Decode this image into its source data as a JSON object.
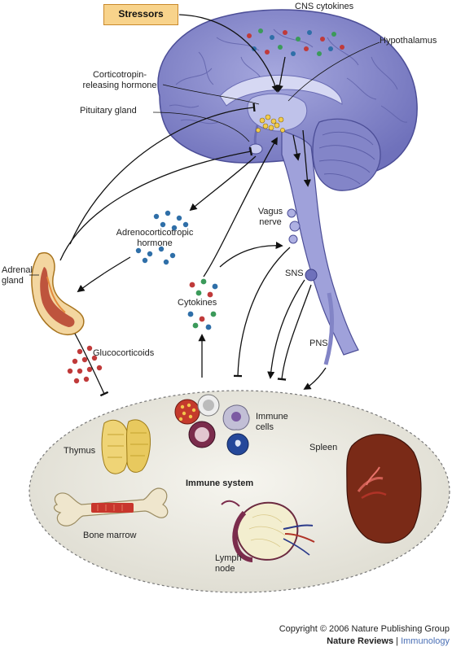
{
  "labels": {
    "stressors": "Stressors",
    "cns_cytokines": "CNS cytokines",
    "hypothalamus": "Hypothalamus",
    "crh_line1": "Corticotropin-",
    "crh_line2": "releasing hormone",
    "pituitary": "Pituitary gland",
    "acth_line1": "Adrenocorticotropic",
    "acth_line2": "hormone",
    "vagus_line1": "Vagus",
    "vagus_line2": "nerve",
    "adrenal_line1": "Adrenal",
    "adrenal_line2": "gland",
    "sns": "SNS",
    "cytokines": "Cytokines",
    "pns": "PNS",
    "glucocorticoids": "Glucocorticoids",
    "immune_cells_line1": "Immune",
    "immune_cells_line2": "cells",
    "thymus": "Thymus",
    "spleen": "Spleen",
    "immune_system": "Immune system",
    "bone_marrow": "Bone marrow",
    "lymph_line1": "Lymph",
    "lymph_line2": "node"
  },
  "copyright": {
    "line1": "Copyright © 2006 Nature Publishing Group",
    "brand": "Nature Reviews",
    "separator": " | ",
    "journal": "Immunology"
  },
  "colors": {
    "brain": "#8e8fd0",
    "brain_dark": "#5d5fa8",
    "brain_light": "#c3c6ec",
    "stressor_fill": "#f8d38b",
    "adrenal": "#f3d6a0",
    "adrenal_core": "#b43d2b",
    "immune_oval": "#ecebe3",
    "spleen": "#7a2a17",
    "dot_red": "#c03a3a",
    "dot_blue": "#2f6fa8",
    "dot_green": "#3b9a5a"
  }
}
